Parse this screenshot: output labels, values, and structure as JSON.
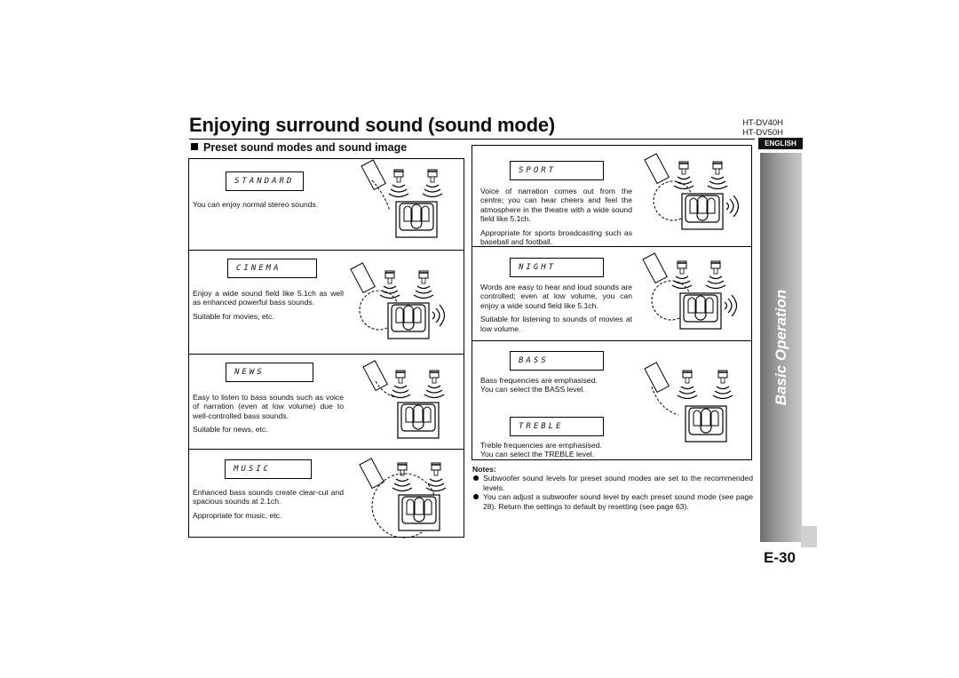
{
  "page": {
    "title": "Enjoying surround sound (sound mode)",
    "models": [
      "HT-DV40H",
      "HT-DV50H"
    ],
    "language_badge": "ENGLISH",
    "side_label": "Basic Operation",
    "page_number": "E-30",
    "section_heading": "Preset sound modes and sound image"
  },
  "modes_left": [
    {
      "id": "standard",
      "display": "STANDARD",
      "text": [
        "You can enjoy normal stereo sounds."
      ]
    },
    {
      "id": "cinema",
      "display": "CINEMA",
      "text": [
        "Enjoy a wide sound field like 5.1ch as well as enhanced powerful bass sounds.",
        "Suitable for movies, etc."
      ]
    },
    {
      "id": "news",
      "display": "NEWS",
      "text": [
        "Easy to listen to bass sounds such as voice of narration (even at low volume) due to well-controlled bass sounds.",
        "Suitable for news, etc."
      ]
    },
    {
      "id": "music",
      "display": "MUSIC",
      "text": [
        "Enhanced bass sounds create clear-cut and spacious sounds at 2.1ch.",
        "Appropriate for music, etc."
      ]
    }
  ],
  "modes_right": [
    {
      "id": "sport",
      "display": "SPORT",
      "text": [
        "Voice of narration comes out from the centre; you can hear cheers and feel the atmosphere in the theatre with a wide sound field like 5.1ch.",
        "Appropriate for sports broadcasting such as baseball and football."
      ]
    },
    {
      "id": "night",
      "display": "NIGHT",
      "text": [
        "Words are easy to hear and loud sounds are controlled; even at low volume, you can enjoy a wide sound field like 5.1ch.",
        "Suitable for listening to sounds of movies at low volume."
      ]
    },
    {
      "id": "bass",
      "display": "BASS",
      "text": [
        "Bass frequencies are emphasised.",
        "You can select the BASS level."
      ]
    },
    {
      "id": "treble",
      "display": "TREBLE",
      "text": [
        "Treble frequencies are emphasised.",
        "You can select the TREBLE level."
      ]
    }
  ],
  "notes": {
    "heading": "Notes:",
    "items": [
      "Subwoofer sound levels for preset sound modes are set to the recommended levels.",
      "You can adjust a subwoofer sound level by each preset sound mode (see page 28). Return the settings to default by resetting (see page 63)."
    ]
  },
  "icons": {
    "sound_image_diagram": "speaker-layout-diagram",
    "bullet": "bullet-dot-icon",
    "section_marker": "square-bullet-icon"
  }
}
